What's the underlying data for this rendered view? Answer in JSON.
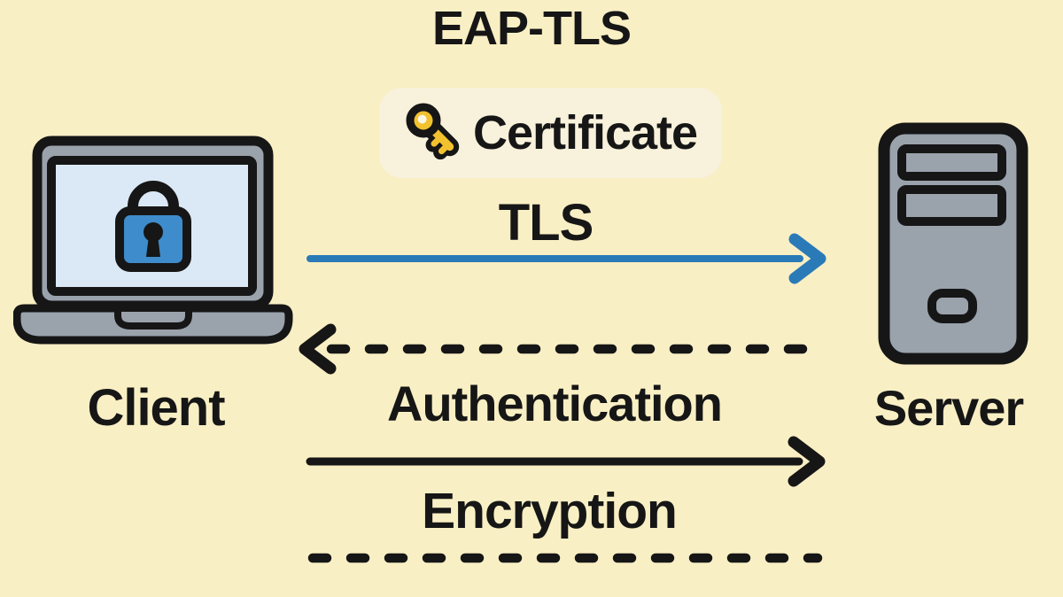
{
  "title": "EAP-TLS",
  "nodes": {
    "client": {
      "label": "Client",
      "icon": "laptop-lock-icon"
    },
    "server": {
      "label": "Server",
      "icon": "server-tower-icon"
    }
  },
  "certificate_badge": {
    "label": "Certificate",
    "icon": "key-icon"
  },
  "messages": [
    {
      "label": "TLS",
      "style": "solid",
      "direction": "client-to-server",
      "color": "#2A7AB8"
    },
    {
      "label": "Authentication",
      "style": "dashed",
      "direction": "server-to-client",
      "color": "#161616"
    },
    {
      "label": "Encryption",
      "style": "solid",
      "direction": "client-to-server",
      "color": "#161616"
    },
    {
      "label": "",
      "style": "dashed",
      "direction": "none",
      "color": "#161616"
    }
  ],
  "colors": {
    "background": "#F9EFC4",
    "badge_background": "#F8F1DB",
    "ink": "#161616",
    "arrow_blue": "#2A7AB8",
    "device_gray": "#9AA2AC",
    "screen_blue": "#DBE9F6",
    "lock_blue": "#3E8CCB",
    "key_yellow": "#F2C12E",
    "key_hole": "#FDF6E2"
  }
}
